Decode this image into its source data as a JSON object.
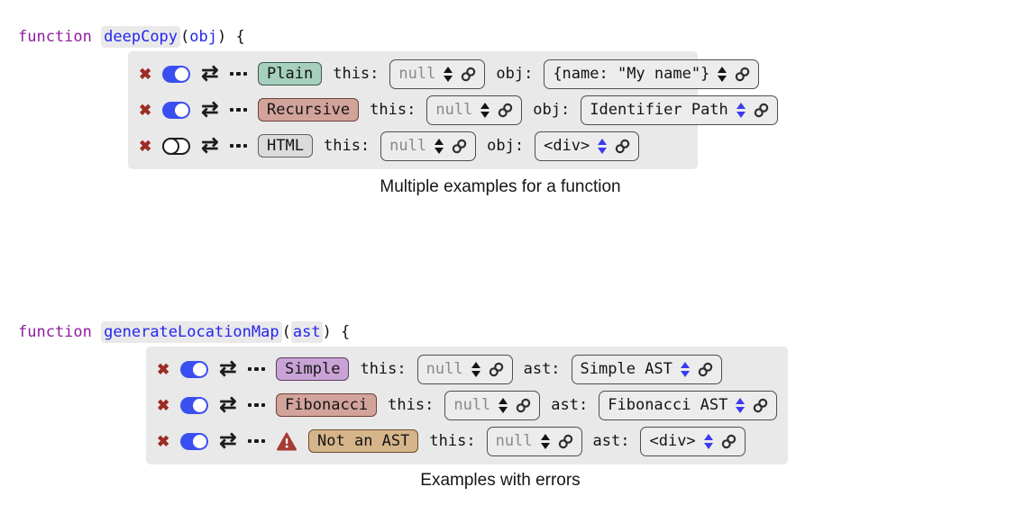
{
  "icons": {
    "remove_glyph": "✖",
    "reorder_glyph": "⇄",
    "more": "three-dots-more-options",
    "toggle": "on-off-switch",
    "warning": "alert-triangle-with-exclamation",
    "stepper": "up-down-arrows",
    "link": "chain-link"
  },
  "colors": {
    "panel_gray": "#e9e9e9",
    "box_border": "#4e4e4e",
    "keyword_purple": "#8f1d9e",
    "identifier_blue": "#2525f0",
    "text": "#141414",
    "muted_value": "#8a8a8a",
    "toggle_on_blue": "#3a4ff0",
    "remove_red": "#9c2c24",
    "warning_red": "#a53c34",
    "stepper_blue": "#3a3af2",
    "badge_plain": "#a6cfbd",
    "badge_recursive": "#d2a39b",
    "badge_html": "#dbdbdb",
    "badge_simple": "#c9a2d6",
    "badge_fibonacci": "#d2a39b",
    "badge_not_an_ast": "#d6b58b"
  },
  "blocks": [
    {
      "signature": {
        "keyword": "function",
        "name": "deepCopy",
        "open": "(",
        "param": "obj",
        "close": ") {"
      },
      "caption": "Multiple examples for a function",
      "rows": [
        {
          "toggle": "on",
          "warning": false,
          "badge": {
            "label": "Plain",
            "bg": "#a6cfbd"
          },
          "fields": [
            {
              "label": "this:",
              "value": "null",
              "muted": true,
              "stepper": "black"
            },
            {
              "label": "obj:",
              "value": "{name: \"My name\"}",
              "muted": false,
              "stepper": "black"
            }
          ]
        },
        {
          "toggle": "on",
          "warning": false,
          "badge": {
            "label": "Recursive",
            "bg": "#d2a39b"
          },
          "fields": [
            {
              "label": "this:",
              "value": "null",
              "muted": true,
              "stepper": "black"
            },
            {
              "label": "obj:",
              "value": "Identifier Path",
              "muted": false,
              "stepper": "blue"
            }
          ]
        },
        {
          "toggle": "off",
          "warning": false,
          "badge": {
            "label": "HTML",
            "bg": "#dbdbdb"
          },
          "fields": [
            {
              "label": "this:",
              "value": "null",
              "muted": true,
              "stepper": "black"
            },
            {
              "label": "obj:",
              "value": "<div>",
              "muted": false,
              "stepper": "blue"
            }
          ]
        }
      ]
    },
    {
      "signature": {
        "keyword": "function",
        "name": "generateLocationMap",
        "open": "(",
        "param": "ast",
        "close": ") {"
      },
      "caption": "Examples with errors",
      "rows": [
        {
          "toggle": "on",
          "warning": false,
          "badge": {
            "label": "Simple",
            "bg": "#c9a2d6"
          },
          "fields": [
            {
              "label": "this:",
              "value": "null",
              "muted": true,
              "stepper": "black"
            },
            {
              "label": "ast:",
              "value": "Simple AST",
              "muted": false,
              "stepper": "blue"
            }
          ]
        },
        {
          "toggle": "on",
          "warning": false,
          "badge": {
            "label": "Fibonacci",
            "bg": "#d2a39b"
          },
          "fields": [
            {
              "label": "this:",
              "value": "null",
              "muted": true,
              "stepper": "black"
            },
            {
              "label": "ast:",
              "value": "Fibonacci AST",
              "muted": false,
              "stepper": "blue"
            }
          ]
        },
        {
          "toggle": "on",
          "warning": true,
          "badge": {
            "label": "Not an AST",
            "bg": "#d6b58b"
          },
          "fields": [
            {
              "label": "this:",
              "value": "null",
              "muted": true,
              "stepper": "black"
            },
            {
              "label": "ast:",
              "value": "<div>",
              "muted": false,
              "stepper": "blue"
            }
          ]
        }
      ]
    }
  ]
}
